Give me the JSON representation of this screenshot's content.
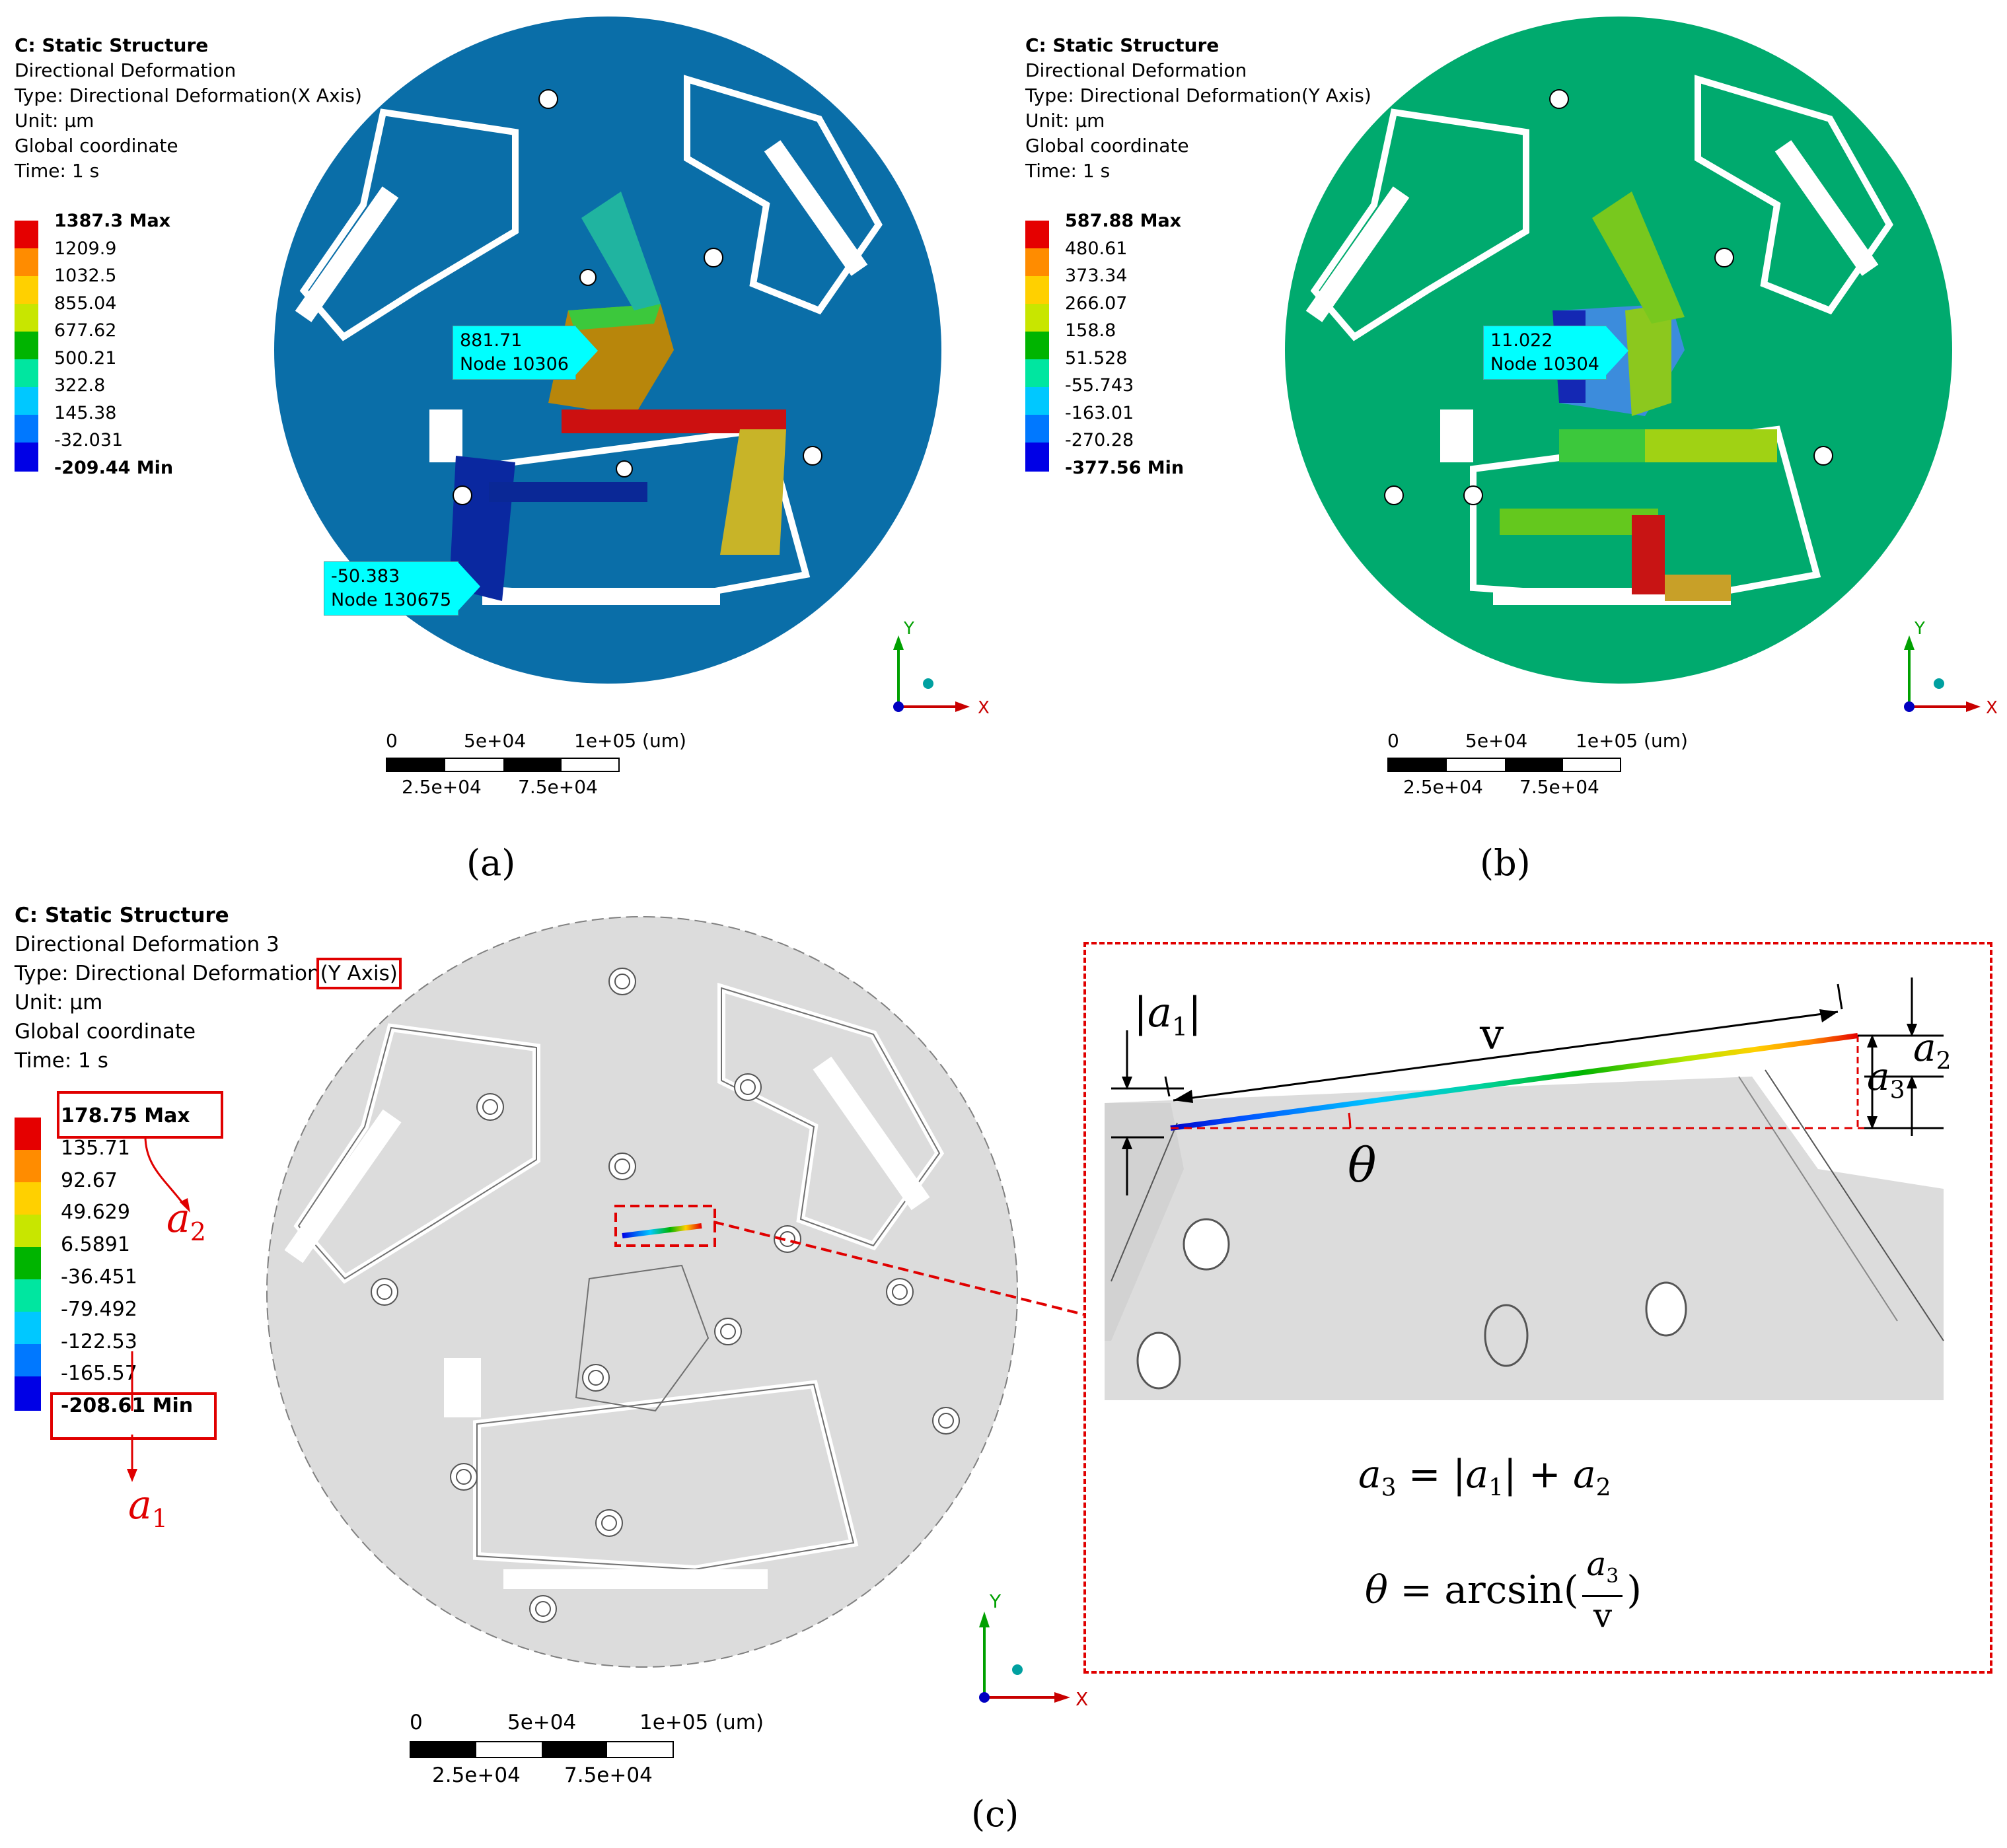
{
  "panels": {
    "a": {
      "label": "(a)",
      "info": [
        "C: Static Structure",
        "Directional Deformation",
        "Type: Directional Deformation(X Axis)",
        "Unit: µm",
        "Global coordinate",
        "Time: 1 s"
      ],
      "legend": [
        "1387.3 Max",
        "1209.9",
        "1032.5",
        "855.04",
        "677.62",
        "500.21",
        "322.8",
        "145.38",
        "-32.031",
        "-209.44 Min"
      ],
      "probes": [
        {
          "value": "881.71",
          "node": "Node 10306"
        },
        {
          "value": "-50.383",
          "node": "Node 130675"
        }
      ],
      "plate_color": "#0a6ea8"
    },
    "b": {
      "label": "(b)",
      "info": [
        "C: Static Structure",
        "Directional Deformation",
        "Type: Directional Deformation(Y Axis)",
        "Unit: µm",
        "Global coordinate",
        "Time: 1 s"
      ],
      "legend": [
        "587.88 Max",
        "480.61",
        "373.34",
        "266.07",
        "158.8",
        "51.528",
        "-55.743",
        "-163.01",
        "-270.28",
        "-377.56 Min"
      ],
      "probes": [
        {
          "value": "11.022",
          "node": "Node 10304"
        }
      ],
      "plate_color": "#00aa6e"
    },
    "c": {
      "label": "(c)",
      "info": [
        "C: Static Structure",
        "Directional Deformation 3",
        "Type: Directional Deformation",
        "(Y Axis)",
        "Unit: µm",
        "Global coordinate",
        "Time: 1 s"
      ],
      "legend": [
        "178.75 Max",
        "135.71",
        "92.67",
        "49.629",
        "6.5891",
        "-36.451",
        "-79.492",
        "-122.53",
        "-165.57",
        "-208.61 Min"
      ],
      "plate_color": "#dcdcdc"
    }
  },
  "scale_bar": {
    "t0": "0",
    "t1": "5e+04",
    "t2": "1e+05 (um)",
    "b1": "2.5e+04",
    "b2": "7.5e+04"
  },
  "axes": {
    "x": "X",
    "y": "Y"
  },
  "legend_colors": [
    "#e50000",
    "#ff8c00",
    "#ffd000",
    "#c8e600",
    "#78d200",
    "#00b400",
    "#00e6a0",
    "#00c8ff",
    "#0078ff",
    "#0000e6"
  ],
  "annotations": {
    "a2": "a",
    "a2_sub": "2",
    "a1": "a",
    "a1_sub": "1",
    "detail_v": "v",
    "detail_theta": "θ",
    "detail_abs_a1": "a",
    "detail_abs_a1_sub": "1",
    "detail_a2": "a",
    "detail_a2_sub": "2",
    "detail_a3": "a",
    "detail_a3_sub": "3",
    "eq1_lhs": "a",
    "eq1_lhs_sub": "3",
    "eq1_eq": " = ",
    "eq1_abs": "a",
    "eq1_abs_sub": "1",
    "eq1_plus": " + ",
    "eq1_rhs": "a",
    "eq1_rhs_sub": "2",
    "eq2_lhs": "θ",
    "eq2_eq": " = arcsin(",
    "eq2_num": "a",
    "eq2_num_sub": "3",
    "eq2_den": "v",
    "eq2_close": ")"
  }
}
